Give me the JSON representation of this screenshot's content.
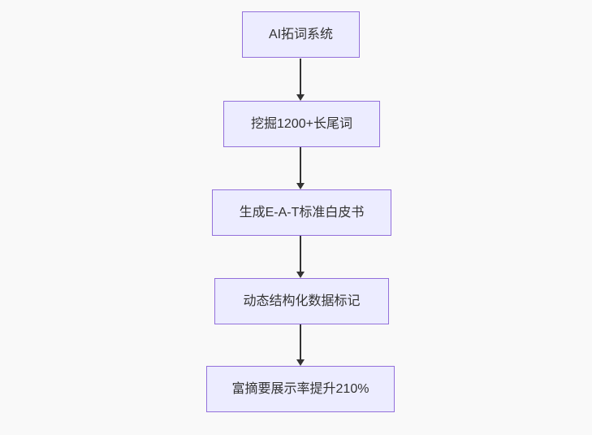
{
  "flowchart": {
    "type": "flowchart-top-down",
    "colors": {
      "background": "#f9f9f9",
      "node_fill": "#ECECFF",
      "node_border": "#9370DB",
      "node_text": "#333333",
      "arrow": "#333333"
    },
    "nodes": [
      {
        "label": "AI拓词系统"
      },
      {
        "label": "挖掘1200+长尾词"
      },
      {
        "label": "生成E-A-T标准白皮书"
      },
      {
        "label": "动态结构化数据标记"
      },
      {
        "label": "富摘要展示率提升210%"
      }
    ],
    "edges": [
      {
        "from": 0,
        "to": 1
      },
      {
        "from": 1,
        "to": 2
      },
      {
        "from": 2,
        "to": 3
      },
      {
        "from": 3,
        "to": 4
      }
    ]
  }
}
